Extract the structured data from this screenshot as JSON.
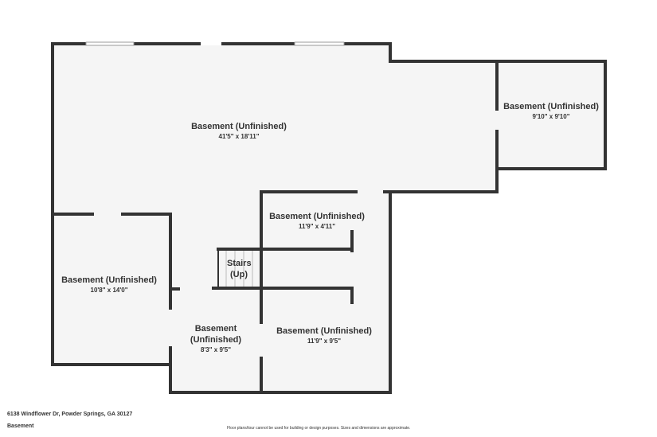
{
  "rooms": [
    {
      "name": "Basement (Unfinished)",
      "dims": "41'5\" x 18'11\""
    },
    {
      "name": "Basement (Unfinished)",
      "dims": "9'10\" x 9'10\""
    },
    {
      "name": "Basement (Unfinished)",
      "dims": "11'9\" x 4'11\""
    },
    {
      "name": "Stairs (Up)",
      "dims": ""
    },
    {
      "name": "Basement (Unfinished)",
      "dims": "10'8\" x 14'0\""
    },
    {
      "name": "Basement (Unfinished)",
      "dims": "8'3\" x 9'5\""
    },
    {
      "name": "Basement (Unfinished)",
      "dims": "11'9\" x 9'5\""
    }
  ],
  "footer": {
    "address": "6138 Windflower Dr, Powder Springs, GA 30127",
    "floor": "Basement",
    "disclaimer": "Floor plans/tour cannot be used for building or design purposes. Sizes and dimensions are approximate."
  },
  "colors": {
    "wall": "#333333",
    "floor": "#f5f5f5"
  }
}
